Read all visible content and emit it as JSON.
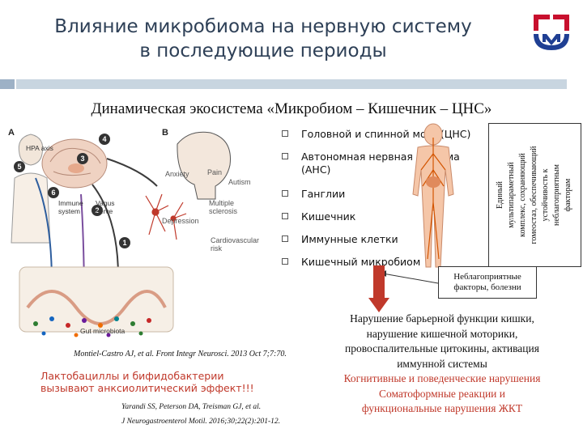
{
  "header": {
    "title_line1": "Влияние микробиома на нервную систему",
    "title_line2": "в последующие периоды"
  },
  "subtitle": "Динамическая экосистема «Микробиом – Кишечник – ЦНС»",
  "figure": {
    "panel_a": "A",
    "panel_b": "B",
    "labels": {
      "hpa_axis": "HPA axis",
      "immune_system": "Immune system",
      "vagus_nerve": "Vagus nerve",
      "gut_microbiota": "Gut microbiota",
      "anxiety": "Anxiety",
      "pain": "Pain",
      "autism": "Autism",
      "depression": "Depression",
      "multiple_sclerosis": "Multiple sclerosis",
      "cardiovascular_risk": "Cardiovascular risk"
    },
    "numbers": [
      "1",
      "2",
      "3",
      "4",
      "5",
      "6"
    ]
  },
  "references": {
    "ref1": "Montiel-Castro AJ, et al. Front Integr Neurosci. 2013 Oct 7;7:70.",
    "ref2_line1": "Yarandi SS, Peterson DA, Treisman GJ, et al.",
    "ref2_line2": "J Neurogastroenterol Motil. 2016;30;22(2):201-12."
  },
  "callout": {
    "line1": "Лактобациллы и бифидобактерии",
    "line2": "вызывают анксиолитический эффект!!!"
  },
  "list_items": [
    "Головной и спинной мозг (ЦНС)",
    "Автономная нервная система (АНС)",
    "Ганглии",
    "Кишечник",
    "Иммунные клетки",
    "Кишечный микробиом"
  ],
  "side_box": {
    "lines": [
      "Единый",
      "мультипараметный",
      "комплекс, сохраняющий",
      "гомеостаз, обеспечивающий",
      "устойчивость к",
      "неблагоприятным",
      "факторам"
    ]
  },
  "adverse_box": "Неблагоприятные факторы, болезни",
  "disorders": [
    "Нарушение барьерной функции кишки,",
    "нарушение кишечной моторики,",
    "провоспалительные цитокины, активация",
    "иммунной системы"
  ],
  "disorders_red": [
    "Когнитивные и поведенческие нарушения",
    "Соматоформные реакции и",
    "функциональные нарушения ЖКТ"
  ],
  "colors": {
    "title": "#2e4057",
    "accent_bar": "#c8d5e0",
    "arrow": "#c0392b",
    "callout": "#c0392b",
    "logo_red": "#c8102e",
    "logo_blue": "#1f3f93"
  }
}
